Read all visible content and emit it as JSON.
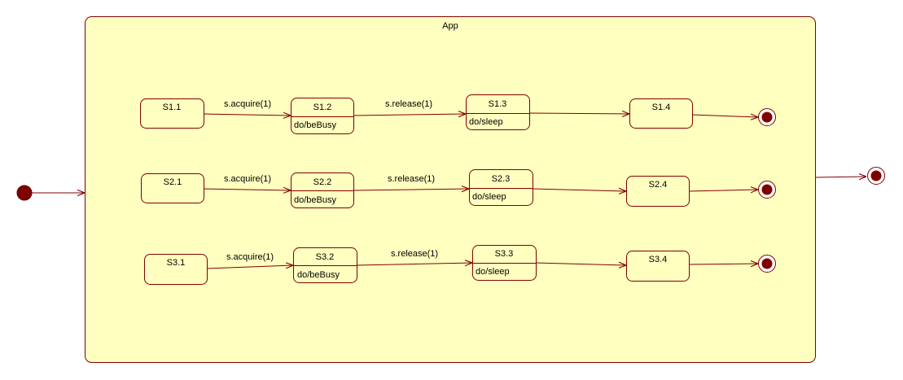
{
  "app": {
    "title": "App"
  },
  "transitions": {
    "acquire": "s.acquire(1)",
    "release": "s.release(1)"
  },
  "rows": [
    {
      "s1": "S1.1",
      "s2": "S1.2",
      "s2_activity": "do/beBusy",
      "s3": "S1.3",
      "s3_activity": "do/sleep",
      "s4": "S1.4"
    },
    {
      "s1": "S2.1",
      "s2": "S2.2",
      "s2_activity": "do/beBusy",
      "s3": "S2.3",
      "s3_activity": "do/sleep",
      "s4": "S2.4"
    },
    {
      "s1": "S3.1",
      "s2": "S3.2",
      "s2_activity": "do/beBusy",
      "s3": "S3.3",
      "s3_activity": "do/sleep",
      "s4": "S3.4"
    }
  ],
  "colors": {
    "container_fill": "#ffffc0",
    "stroke": "#800000",
    "pseudostate": "#800000"
  }
}
